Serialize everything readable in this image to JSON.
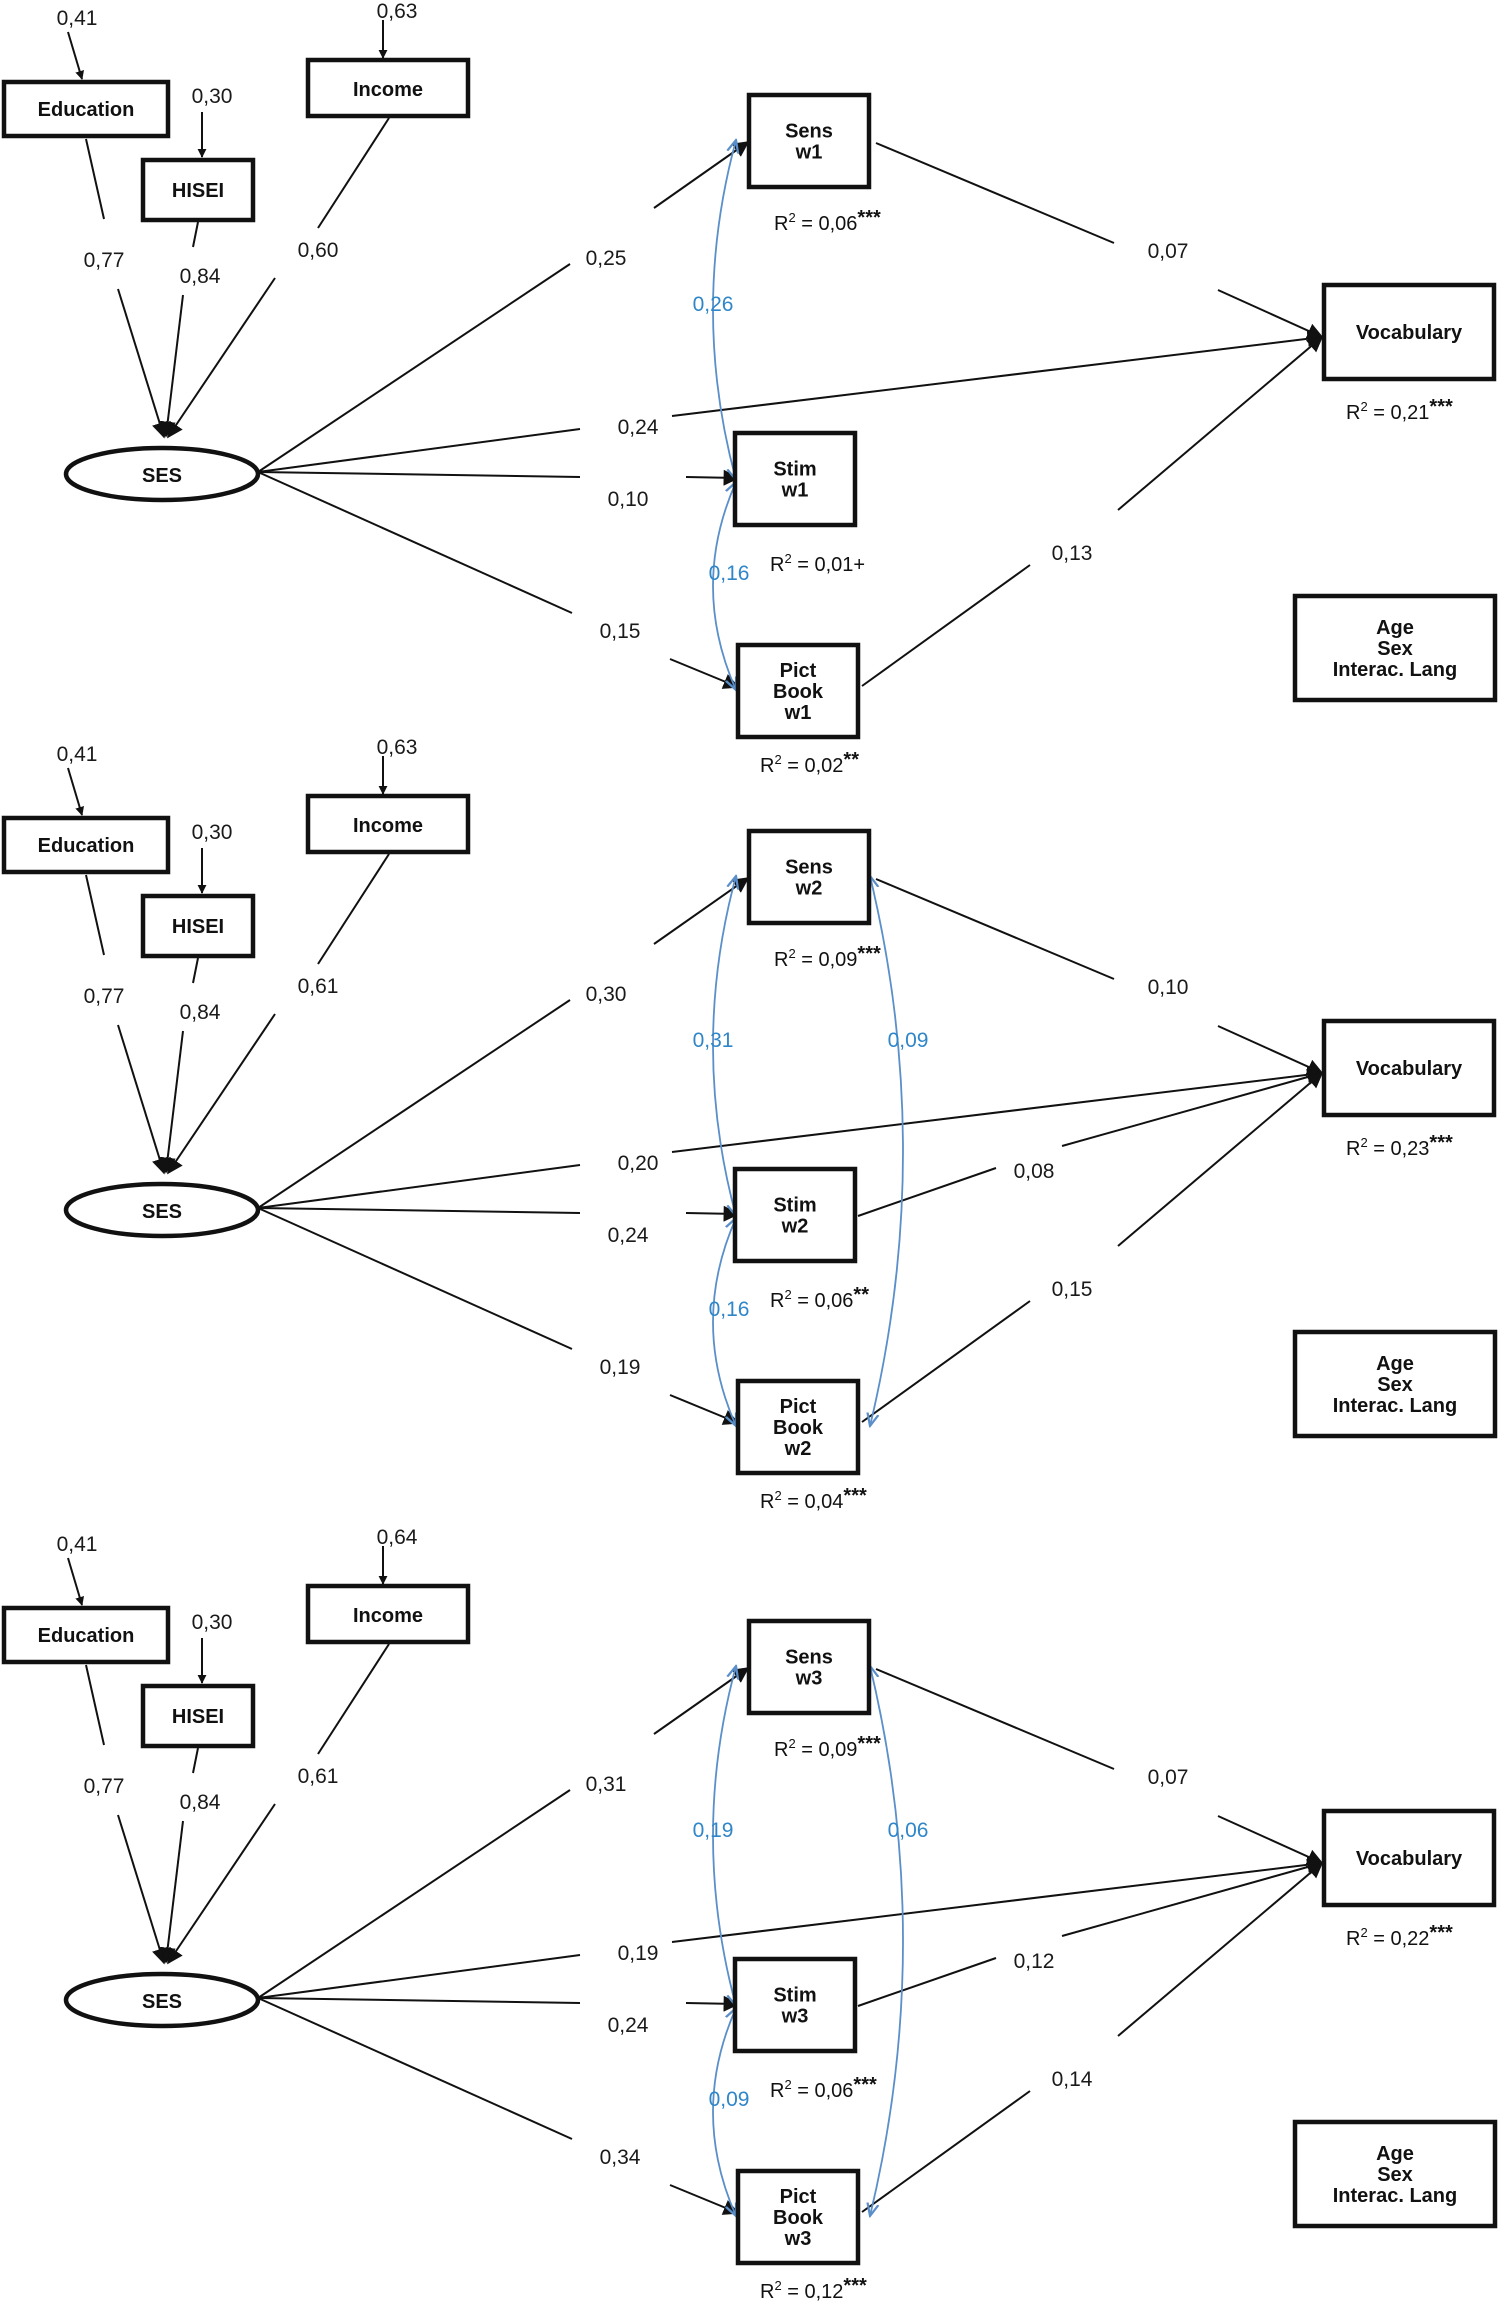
{
  "colors": {
    "line": "#111111",
    "covariance": "#5b8fc9",
    "covariance_text": "#2f86c9"
  },
  "panels": [
    {
      "wave": "w1",
      "indicators": {
        "education": "Education",
        "hisei": "HISEI",
        "income": "Income",
        "ses": "SES"
      },
      "errors": {
        "education": "0,41",
        "hisei": "0,30",
        "income": "0,63"
      },
      "loadings": {
        "education": "0,77",
        "hisei": "0,84",
        "income": "0,60"
      },
      "boxes": {
        "sens": [
          "Sens",
          "w1"
        ],
        "stim": [
          "Stim",
          "w1"
        ],
        "pict": [
          "Pict",
          "Book",
          "w1"
        ],
        "vocab": "Vocabulary",
        "covariates": [
          "Age",
          "Sex",
          "Interac. Lang"
        ]
      },
      "paths": {
        "ses_sens": "0,25",
        "ses_vocab": "0,24",
        "ses_stim": "0,10",
        "ses_pict": "0,15",
        "sens_vocab": "0,07",
        "stim_vocab": "",
        "pict_vocab": "0,13"
      },
      "covariances": {
        "sens_stim": "0,26",
        "stim_pict": "0,16",
        "sens_pict": ""
      },
      "r2": {
        "sens": {
          "prefix": "R",
          "sup": "2",
          "value": " = 0,06",
          "stars": "***"
        },
        "stim": {
          "prefix": "R",
          "sup": "2",
          "value": " = 0,01+",
          "stars": ""
        },
        "pict": {
          "prefix": "R",
          "sup": "2",
          "value": " = 0,02",
          "stars": "**"
        },
        "vocab": {
          "prefix": "R",
          "sup": "2",
          "value": " = 0,21",
          "stars": "***"
        }
      }
    },
    {
      "wave": "w2",
      "indicators": {
        "education": "Education",
        "hisei": "HISEI",
        "income": "Income",
        "ses": "SES"
      },
      "errors": {
        "education": "0,41",
        "hisei": "0,30",
        "income": "0,63"
      },
      "loadings": {
        "education": "0,77",
        "hisei": "0,84",
        "income": "0,61"
      },
      "boxes": {
        "sens": [
          "Sens",
          "w2"
        ],
        "stim": [
          "Stim",
          "w2"
        ],
        "pict": [
          "Pict",
          "Book",
          "w2"
        ],
        "vocab": "Vocabulary",
        "covariates": [
          "Age",
          "Sex",
          "Interac. Lang"
        ]
      },
      "paths": {
        "ses_sens": "0,30",
        "ses_vocab": "0,20",
        "ses_stim": "0,24",
        "ses_pict": "0,19",
        "sens_vocab": "0,10",
        "stim_vocab": "0,08",
        "pict_vocab": "0,15"
      },
      "covariances": {
        "sens_stim": "0,31",
        "stim_pict": "0,16",
        "sens_pict": "0,09"
      },
      "r2": {
        "sens": {
          "prefix": "R",
          "sup": "2",
          "value": " = 0,09",
          "stars": "***"
        },
        "stim": {
          "prefix": "R",
          "sup": "2",
          "value": " = 0,06",
          "stars": "**"
        },
        "pict": {
          "prefix": "R",
          "sup": "2",
          "value": " = 0,04",
          "stars": "***"
        },
        "vocab": {
          "prefix": "R",
          "sup": "2",
          "value": " = 0,23",
          "stars": "***"
        }
      }
    },
    {
      "wave": "w3",
      "indicators": {
        "education": "Education",
        "hisei": "HISEI",
        "income": "Income",
        "ses": "SES"
      },
      "errors": {
        "education": "0,41",
        "hisei": "0,30",
        "income": "0,64"
      },
      "loadings": {
        "education": "0,77",
        "hisei": "0,84",
        "income": "0,61"
      },
      "boxes": {
        "sens": [
          "Sens",
          "w3"
        ],
        "stim": [
          "Stim",
          "w3"
        ],
        "pict": [
          "Pict",
          "Book",
          "w3"
        ],
        "vocab": "Vocabulary",
        "covariates": [
          "Age",
          "Sex",
          "Interac. Lang"
        ]
      },
      "paths": {
        "ses_sens": "0,31",
        "ses_vocab": "0,19",
        "ses_stim": "0,24",
        "ses_pict": "0,34",
        "sens_vocab": "0,07",
        "stim_vocab": "0,12",
        "pict_vocab": "0,14"
      },
      "covariances": {
        "sens_stim": "0,19",
        "stim_pict": "0,09",
        "sens_pict": "0,06"
      },
      "r2": {
        "sens": {
          "prefix": "R",
          "sup": "2",
          "value": " = 0,09",
          "stars": "***"
        },
        "stim": {
          "prefix": "R",
          "sup": "2",
          "value": " = 0,06",
          "stars": "***"
        },
        "pict": {
          "prefix": "R",
          "sup": "2",
          "value": " = 0,12",
          "stars": "***"
        },
        "vocab": {
          "prefix": "R",
          "sup": "2",
          "value": " = 0,22",
          "stars": "***"
        }
      }
    }
  ]
}
